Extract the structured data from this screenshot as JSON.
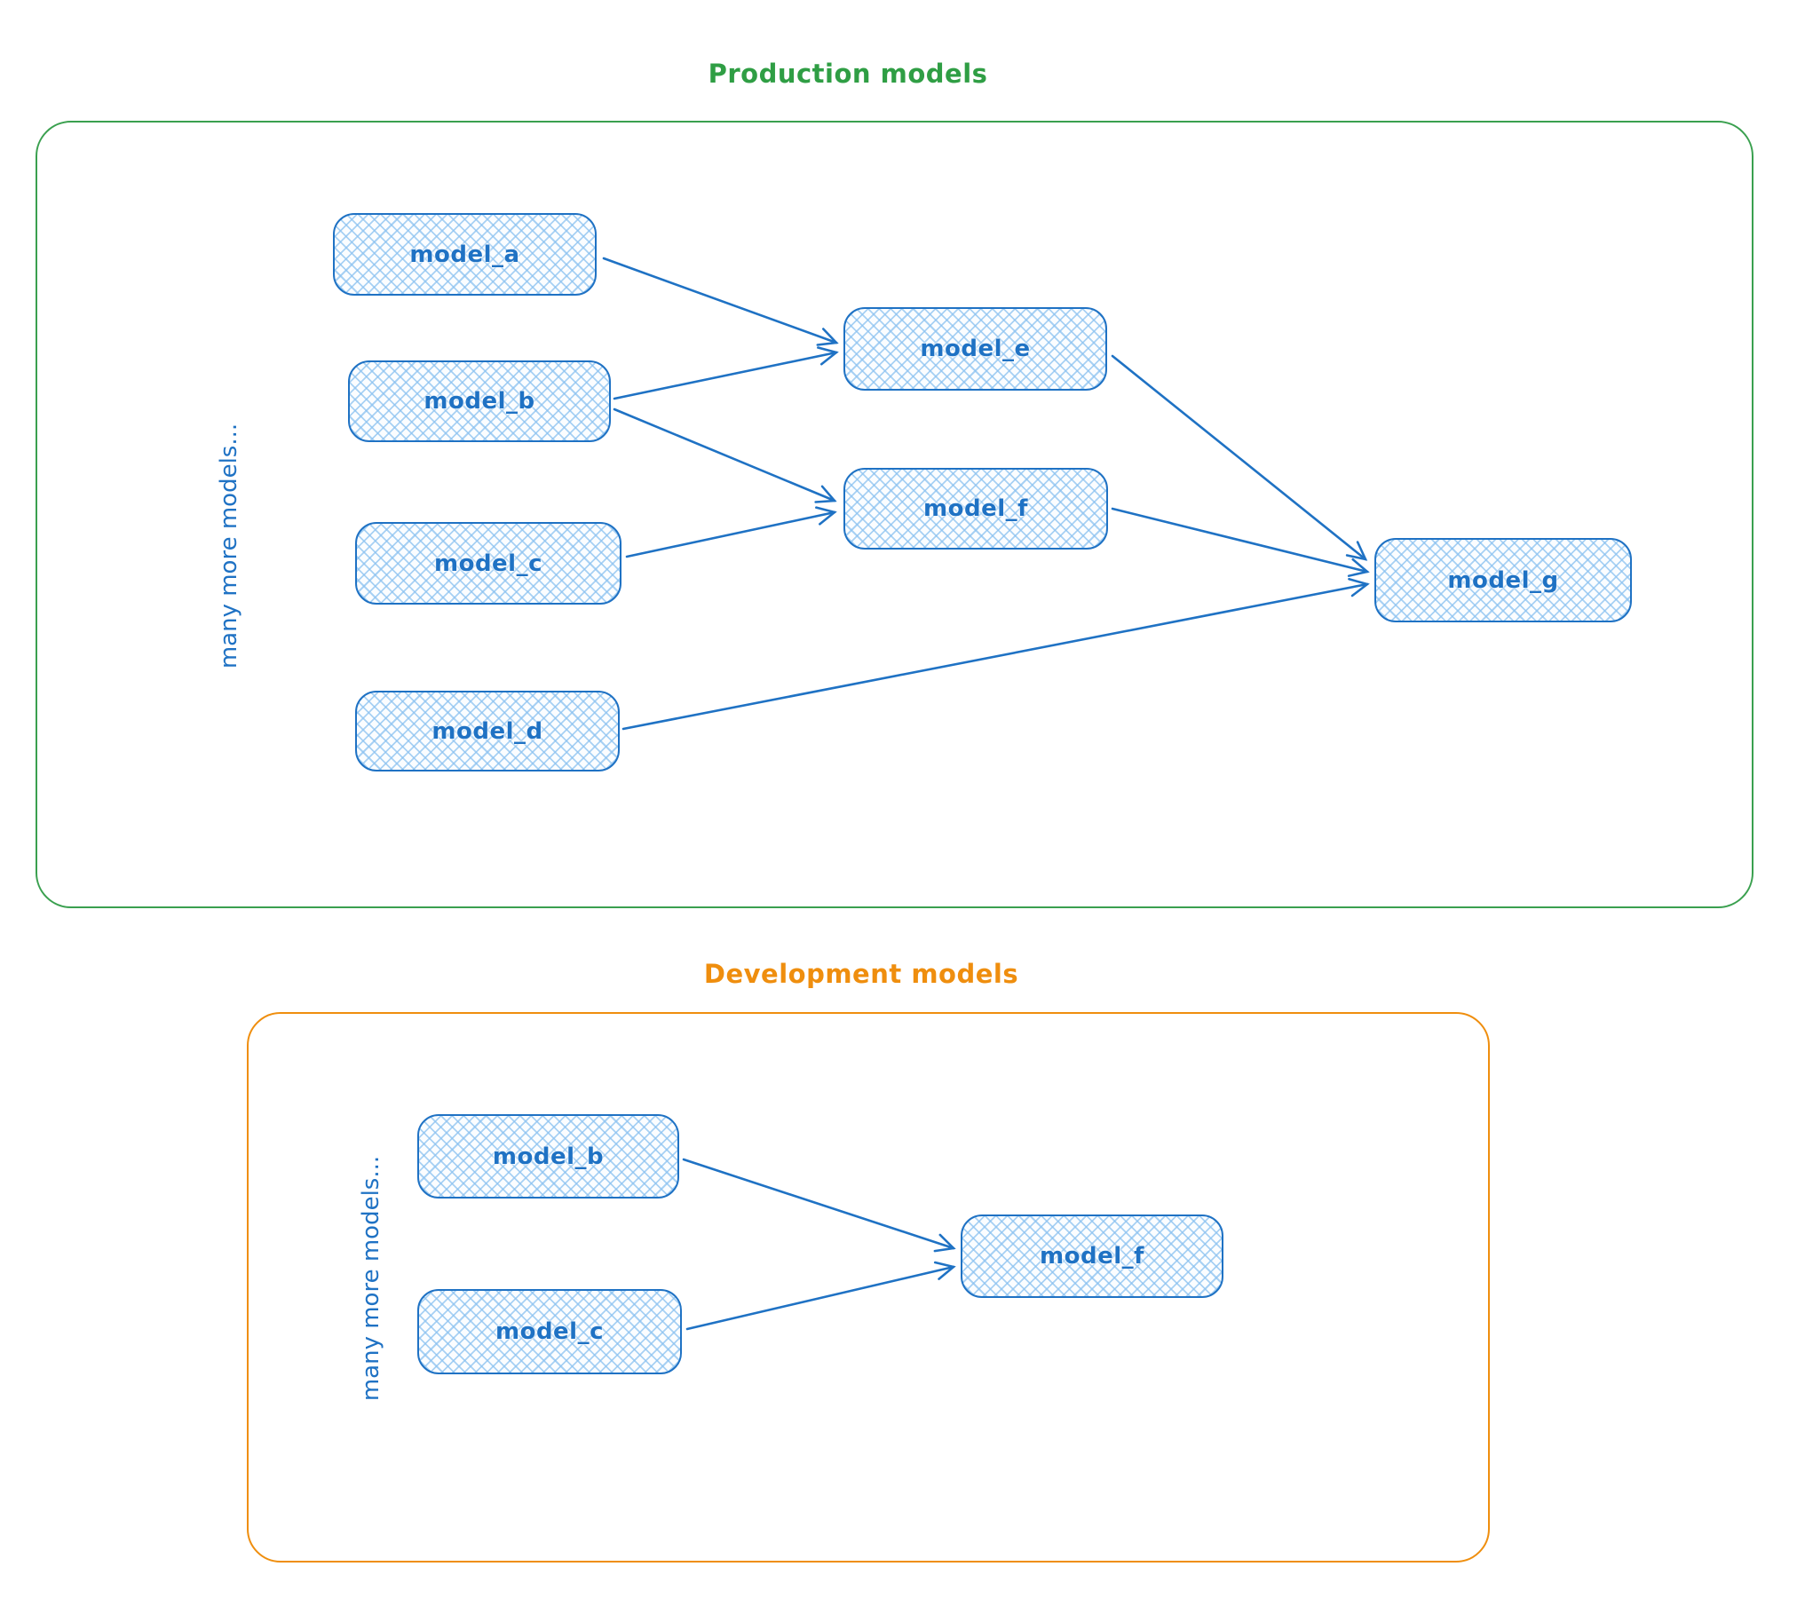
{
  "diagram_type": "model-dependency-diagram",
  "colors": {
    "node_stroke": "#1f72c4",
    "node_hatch_fill": "#8cc2f0",
    "node_text": "#1f72c4",
    "production_accent": "#2f9e44",
    "development_accent": "#ef8e0e"
  },
  "production": {
    "title": "Production models",
    "side_label": "many more models...",
    "nodes": {
      "a": {
        "label": "model_a"
      },
      "b": {
        "label": "model_b"
      },
      "c": {
        "label": "model_c"
      },
      "d": {
        "label": "model_d"
      },
      "e": {
        "label": "model_e"
      },
      "f": {
        "label": "model_f"
      },
      "g": {
        "label": "model_g"
      }
    },
    "edges": [
      {
        "from": "model_a",
        "to": "model_e"
      },
      {
        "from": "model_b",
        "to": "model_e"
      },
      {
        "from": "model_b",
        "to": "model_f"
      },
      {
        "from": "model_c",
        "to": "model_f"
      },
      {
        "from": "model_e",
        "to": "model_g"
      },
      {
        "from": "model_f",
        "to": "model_g"
      },
      {
        "from": "model_d",
        "to": "model_g"
      }
    ]
  },
  "development": {
    "title": "Development models",
    "side_label": "many more models...",
    "nodes": {
      "b": {
        "label": "model_b"
      },
      "c": {
        "label": "model_c"
      },
      "f": {
        "label": "model_f"
      }
    },
    "edges": [
      {
        "from": "model_b",
        "to": "model_f"
      },
      {
        "from": "model_c",
        "to": "model_f"
      }
    ]
  }
}
